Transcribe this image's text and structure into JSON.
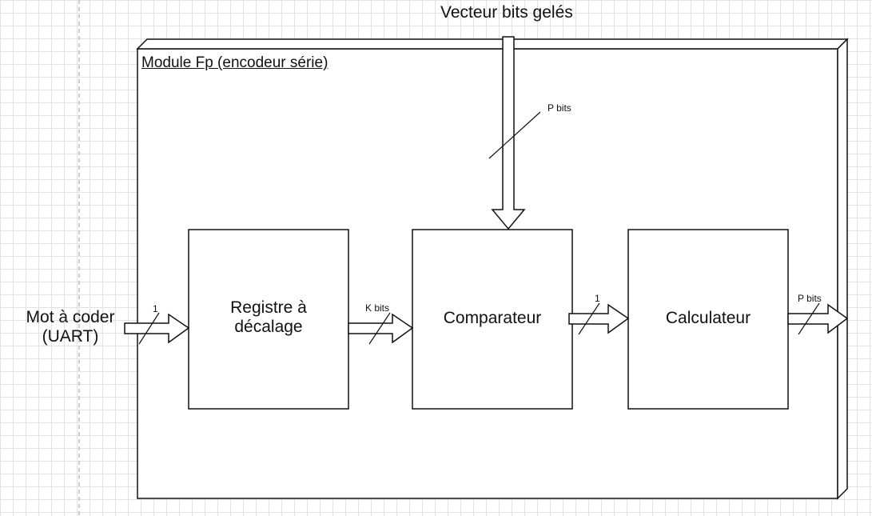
{
  "diagram": {
    "module_title": "Module Fp (encodeur série)",
    "input_label": [
      "Mot à coder",
      "(UART)"
    ],
    "top_input_label": "Vecteur bits gelés",
    "blocks": {
      "shift_register": [
        "Registre à",
        "décalage"
      ],
      "comparator": "Comparateur",
      "calculator": "Calculateur"
    },
    "bus_widths": {
      "input": "1",
      "shift_to_comp": "K bits",
      "frozen_vector": "P bits",
      "comp_to_calc": "1",
      "output": "P bits"
    }
  }
}
